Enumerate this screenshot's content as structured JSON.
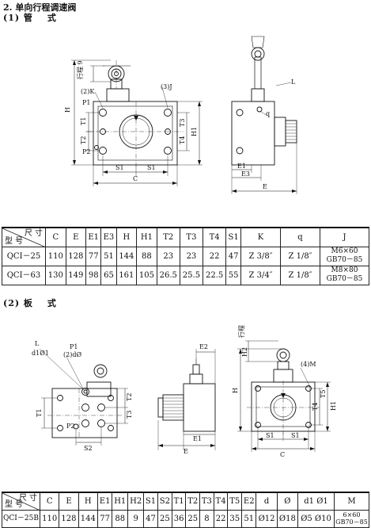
{
  "section": {
    "title": "2. 单向行程调速阀",
    "sub1_num": "(1)",
    "sub1_label": "管",
    "sub1_label2": "式",
    "sub2_num": "(2)",
    "sub2_label": "板",
    "sub2_label2": "式"
  },
  "fig1": {
    "labels": {
      "stroke": "行程 9",
      "j": "(3)J",
      "k": "(2)K",
      "p1": "P1",
      "p2": "P2",
      "h": "H",
      "h1": "H1",
      "t1": "T1",
      "t2": "T2",
      "t3": "T3",
      "t4": "T4",
      "s1a": "S1",
      "s1b": "S1",
      "c": "C",
      "l": "L",
      "q": "q",
      "e1": "E1",
      "e3": "E3",
      "e": "E"
    }
  },
  "table1": {
    "corner_top": "尺 寸",
    "corner_bottom": "型 号",
    "headers": [
      "C",
      "E",
      "E1",
      "E3",
      "H",
      "H1",
      "T2",
      "T3",
      "T4",
      "S1",
      "K",
      "q",
      "J"
    ],
    "rows": [
      {
        "model": "QCI－25",
        "vals": [
          "110",
          "128",
          "77",
          "51",
          "144",
          "88",
          "23",
          "23",
          "22",
          "47"
        ],
        "k": "Z 3/8″",
        "q": "Z 1/8″",
        "j1": "M6×60",
        "j2": "GB70－85"
      },
      {
        "model": "QCI－63",
        "vals": [
          "130",
          "149",
          "98",
          "65",
          "161",
          "105",
          "26.5",
          "25.5",
          "22.5",
          "55"
        ],
        "k": "Z 3/4″",
        "q": "Z 1/8″",
        "j1": "M8×80",
        "j2": "GB70－85"
      }
    ]
  },
  "fig2": {
    "labels": {
      "l": "L",
      "d1": "d1Ø1",
      "p1": "P1",
      "dphi": "(2)dØ",
      "t1": "T1",
      "t2": "T2",
      "t3": "T3",
      "p2": "P2",
      "s2": "S2",
      "e2": "E2",
      "e1": "E1",
      "e": "E",
      "h2": "H2",
      "stroke": "行程",
      "m": "(4)M",
      "h": "H",
      "h1": "H1",
      "t4": "T4",
      "t5": "T5",
      "s1a": "S1",
      "s1b": "S1",
      "c": "C"
    }
  },
  "table2": {
    "corner_top": "尺 寸",
    "corner_bottom": "型 号",
    "headers": [
      "C",
      "E",
      "H",
      "E1",
      "H1",
      "H2",
      "S1",
      "S2",
      "T1",
      "T2",
      "T3",
      "T4",
      "T5",
      "E2",
      "d",
      "Ø",
      "d1 Ø1",
      "M"
    ],
    "row": {
      "model": "QCI－25B",
      "vals": [
        "110",
        "128",
        "144",
        "77",
        "88",
        "9",
        "47",
        "25",
        "36",
        "25",
        "8",
        "22",
        "35",
        "51",
        "Ø12",
        "Ø18",
        "Ø5 Ø10"
      ],
      "m1": "6×60",
      "m2": "GB70－85"
    }
  }
}
